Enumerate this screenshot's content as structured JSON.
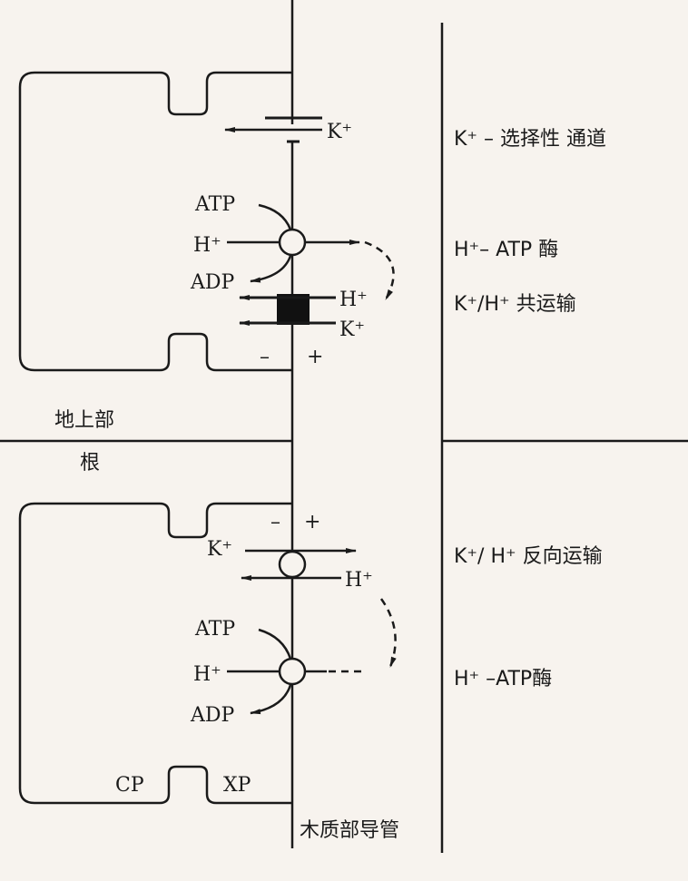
{
  "labels": {
    "k_channel": "K⁺ – 选择性 通道",
    "h_atpase_top": "H⁺– ATP 酶",
    "symport": "K⁺/H⁺ 共运输",
    "antiport": "K⁺/ H⁺ 反向运输",
    "h_atpase_bottom": "H⁺ –ATP酶",
    "shoot": "地上部",
    "root": "根",
    "xylem": "木质部导管",
    "cp": "CP",
    "xp": "XP"
  },
  "top": {
    "k": "K⁺",
    "atp": "ATP",
    "h": "H⁺",
    "adp": "ADP",
    "h_sym": "H⁺",
    "k_sym": "K⁺",
    "minus": "–",
    "plus": "+"
  },
  "bottom": {
    "minus": "–",
    "plus": "+",
    "k": "K⁺",
    "h_anti": "H⁺",
    "atp": "ATP",
    "h": "H⁺",
    "adp": "ADP"
  }
}
